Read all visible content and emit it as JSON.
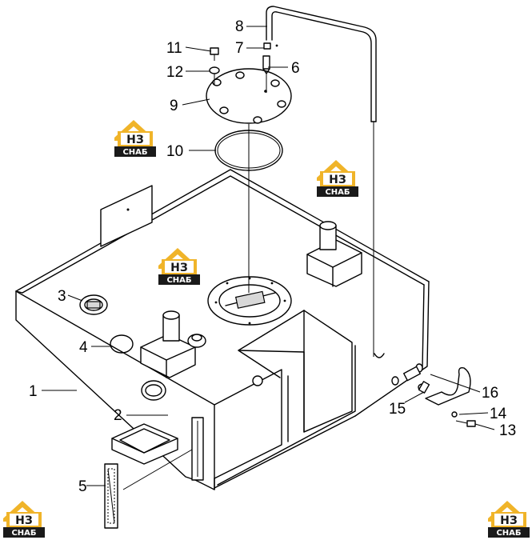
{
  "logo": {
    "mark": "НЗ",
    "caption": "СНАБ",
    "color_gold": "#f0b429",
    "color_dark": "#1a1a1a"
  },
  "callouts": [
    {
      "id": "1",
      "label": "1"
    },
    {
      "id": "2",
      "label": "2"
    },
    {
      "id": "3",
      "label": "3"
    },
    {
      "id": "4",
      "label": "4"
    },
    {
      "id": "5",
      "label": "5"
    },
    {
      "id": "6",
      "label": "6"
    },
    {
      "id": "7",
      "label": "7"
    },
    {
      "id": "8",
      "label": "8"
    },
    {
      "id": "9",
      "label": "9"
    },
    {
      "id": "10",
      "label": "10"
    },
    {
      "id": "11",
      "label": "11"
    },
    {
      "id": "12",
      "label": "12"
    },
    {
      "id": "13",
      "label": "13"
    },
    {
      "id": "14",
      "label": "14"
    },
    {
      "id": "15",
      "label": "15"
    },
    {
      "id": "16",
      "label": "16"
    }
  ]
}
